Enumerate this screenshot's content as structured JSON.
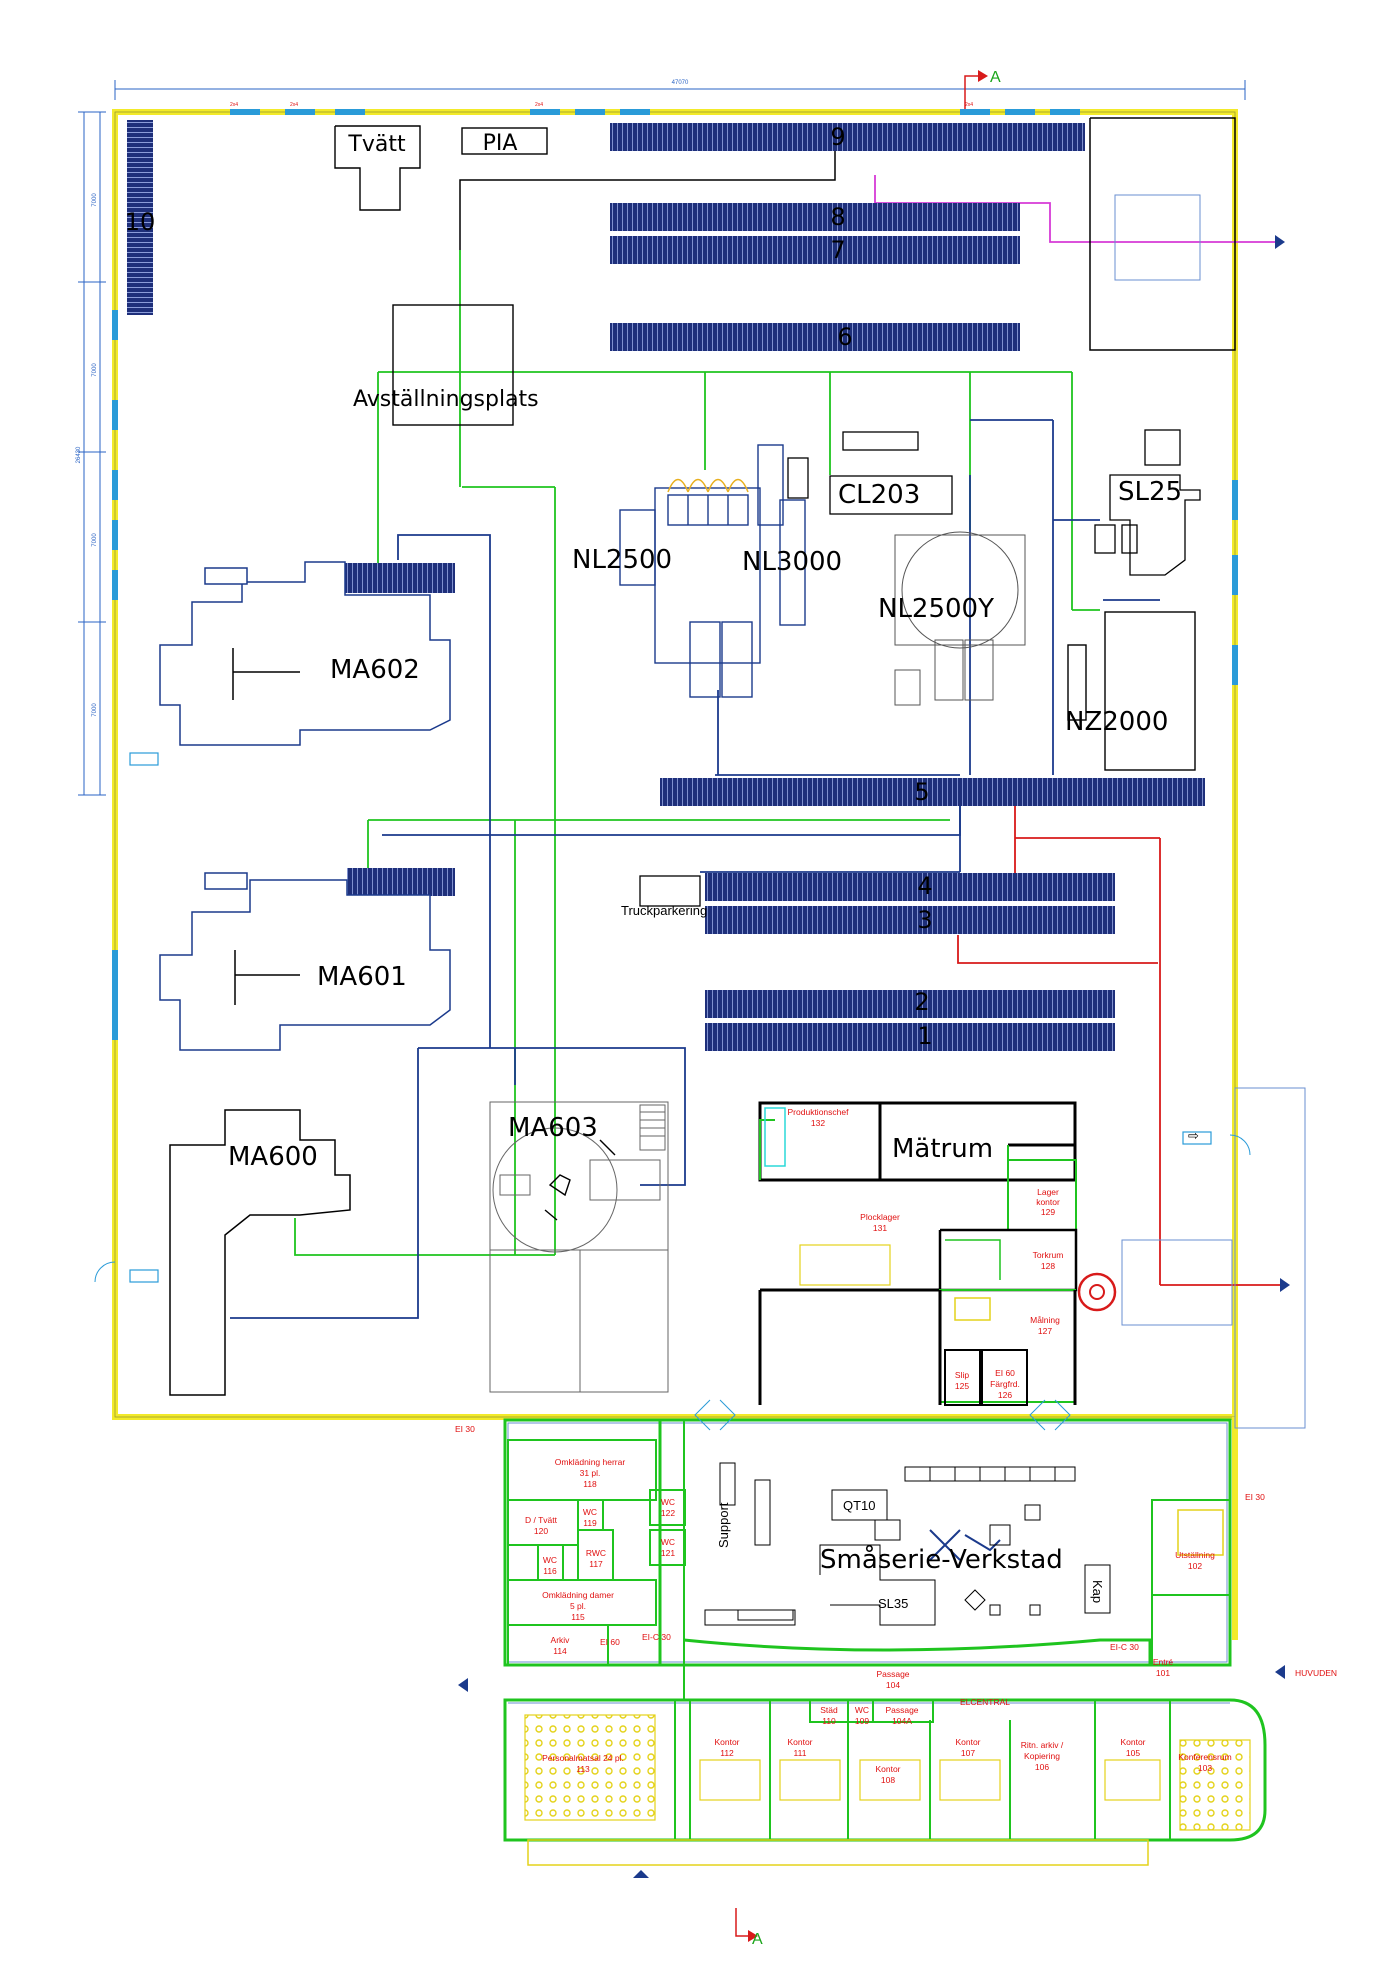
{
  "overall_dimension": "47070",
  "side_dimensions": {
    "total": "26430",
    "segments": [
      "7000",
      "7000",
      "7000",
      "7000"
    ]
  },
  "section_marker": "A",
  "machines": {
    "ma602": "MA602",
    "ma601": "MA601",
    "ma600": "MA600",
    "ma603": "MA603",
    "nl2500": "NL2500",
    "nl3000": "NL3000",
    "nl2500y": "NL2500Y",
    "cl203": "CL203",
    "sl25": "SL25",
    "nz2000": "NZ2000",
    "qt10": "QT10",
    "sl35": "SL35"
  },
  "zones": {
    "tvatt": "Tvätt",
    "pia": "PIA",
    "avstallningsplats": "Avställningsplats",
    "truckparkering": "Truckparkering",
    "matrum": "Mätrum",
    "smaserie": "Småserie-Verkstad",
    "support": "Support",
    "kap": "Kap"
  },
  "racks": [
    "1",
    "2",
    "3",
    "4",
    "5",
    "6",
    "7",
    "8",
    "9",
    "10"
  ],
  "rooms": {
    "produktionschef": [
      "Produktionschef",
      "132"
    ],
    "plocklager": [
      "Plocklager",
      "131"
    ],
    "lagerkontor": [
      "Lager",
      "kontor",
      "129"
    ],
    "torkrum": [
      "Torkrum",
      "128"
    ],
    "malning": [
      "Målning",
      "127"
    ],
    "slip": [
      "Slip",
      "125"
    ],
    "fargfrd": [
      "EI 60",
      "Färgfrd.",
      "126"
    ],
    "omkl_herrar": [
      "Omklädning herrar",
      "31 pl.",
      "118"
    ],
    "d_tvatt": [
      "D / Tvätt",
      "120"
    ],
    "wc119": [
      "WC",
      "119"
    ],
    "wc116": [
      "WC",
      "116"
    ],
    "rwc117": [
      "RWC",
      "117"
    ],
    "wc122": [
      "WC",
      "122"
    ],
    "wc121": [
      "WC",
      "121"
    ],
    "omkl_damer": [
      "Omklädning damer",
      "5 pl.",
      "115"
    ],
    "arkiv114": [
      "Arkiv",
      "114"
    ],
    "personalmatsal": [
      "Personalmatsal 24 pl.",
      "113"
    ],
    "kontor112": [
      "Kontor",
      "112"
    ],
    "kontor111": [
      "Kontor",
      "111"
    ],
    "stad110": [
      "Städ",
      "110"
    ],
    "wc109": [
      "WC",
      "109"
    ],
    "passage104a": [
      "Passage",
      "104A"
    ],
    "kontor108": [
      "Kontor",
      "108"
    ],
    "kontor107": [
      "Kontor",
      "107"
    ],
    "ritn": [
      "Ritn. arkiv /",
      "Kopiering",
      "106"
    ],
    "kontor105": [
      "Kontor",
      "105"
    ],
    "konferensrum": [
      "Konferensrum",
      "103"
    ],
    "passage104": [
      "Passage",
      "104"
    ],
    "entre": [
      "Entré",
      "101"
    ],
    "utstallning": [
      "Utställning",
      "102"
    ],
    "elcentral": [
      "ELCENTRAL"
    ],
    "huvudentre": [
      "HUVUDEN"
    ]
  },
  "fire_marks": {
    "ei30": "EI 30",
    "ei60": "EI 60",
    "eic30": "EI-C 30"
  },
  "colors": {
    "wall": "#f2ea2a",
    "green": "#1fc41f",
    "blue": "#1b3a8c",
    "red": "#d81a1a",
    "magenta": "#d63ad6",
    "rack": "#1e2f7a",
    "black": "#000000"
  }
}
